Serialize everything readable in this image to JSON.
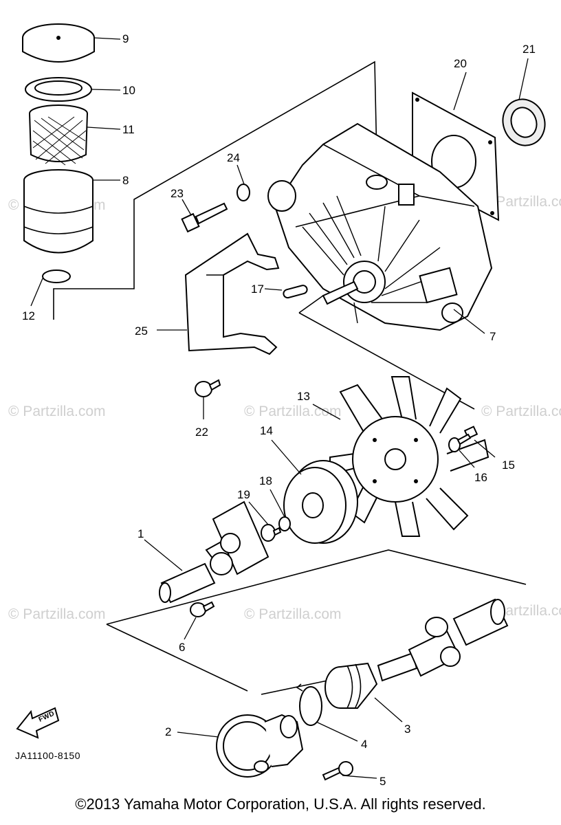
{
  "watermark_text": "© Partzilla.com",
  "diagram_code": "JA11100-8150",
  "fwd_label": "FWD",
  "copyright": "©2013  Yamaha Motor Corporation, U.S.A. All rights reserved.",
  "callouts": {
    "c1": "1",
    "c2": "2",
    "c3": "3",
    "c4": "4",
    "c5": "5",
    "c6": "6",
    "c7": "7",
    "c8": "8",
    "c9": "9",
    "c10": "10",
    "c11": "11",
    "c12": "12",
    "c13": "13",
    "c14": "14",
    "c15": "15",
    "c16": "16",
    "c17": "17",
    "c18": "18",
    "c19": "19",
    "c20": "20",
    "c21": "21",
    "c22": "22",
    "c23": "23",
    "c24": "24",
    "c25": "25"
  }
}
